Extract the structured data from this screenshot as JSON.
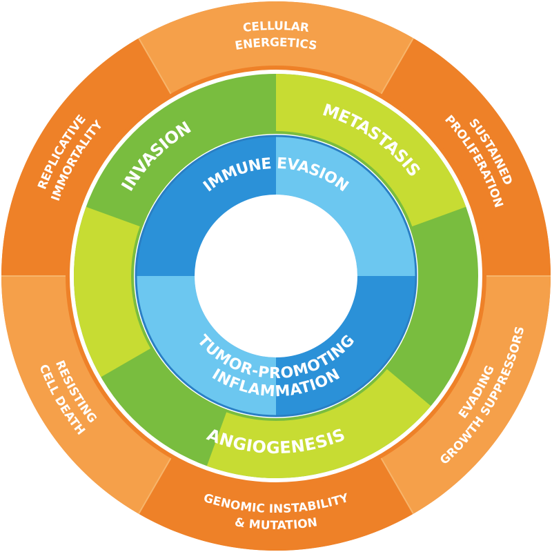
{
  "colors": {
    "outer_dark": "#EE8128",
    "outer_light": "#F5A04A",
    "outer_separator": "#F7B56B",
    "middle_dark": "#79BD3F",
    "middle_light": "#C7DC33",
    "inner_dark": "#2B91D8",
    "inner_light": "#6CC7F0",
    "ring_border": "#ffffff",
    "text": "#ffffff"
  },
  "outer_ring": {
    "segments": [
      {
        "lines": [
          "CELLULAR",
          "ENERGETICS"
        ],
        "shade": "light"
      },
      {
        "lines": [
          "SUSTAINED",
          "PROLIFERATION"
        ],
        "shade": "dark"
      },
      {
        "lines": [
          "EVADING",
          "GROWTH SUPPRESSORS"
        ],
        "shade": "light"
      },
      {
        "lines": [
          "GENOMIC INSTABILITY",
          "& MUTATION"
        ],
        "shade": "dark"
      },
      {
        "lines": [
          "RESISTING",
          "CELL DEATH"
        ],
        "shade": "light"
      },
      {
        "lines": [
          "REPLICATIVE",
          "IMMORTALITY"
        ],
        "shade": "dark"
      }
    ]
  },
  "middle_ring": {
    "segments": [
      {
        "label": "METASTASIS",
        "shade": "light"
      },
      {
        "label": "ANGIOGENESIS",
        "shade": "dark"
      },
      {
        "label": "INVASION",
        "shade": "light"
      }
    ]
  },
  "inner_ring": {
    "segments": [
      {
        "label": "IMMUNE EVASION",
        "shade": "dark"
      },
      {
        "lines": [
          "TUMOR-PROMOTING",
          "INFLAMMATION"
        ],
        "shade": "light"
      }
    ]
  }
}
